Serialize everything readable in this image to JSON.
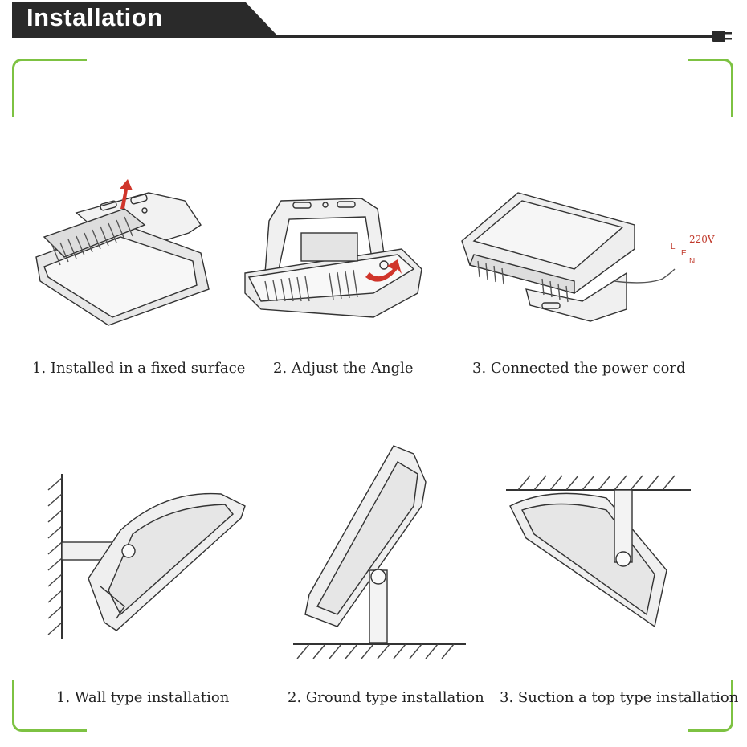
{
  "header": {
    "title": "Installation",
    "plug_icon": "plug-icon"
  },
  "row1": {
    "captions": [
      "1. Installed in a fixed surface",
      "2. Adjust the Angle",
      "3. Connected the power cord"
    ],
    "power_labels": {
      "voltage": "220V",
      "l": "L",
      "e": "E",
      "n": "N"
    }
  },
  "row2": {
    "captions": [
      "1. Wall type installation",
      "2. Ground type installation",
      "3. Suction a top type installation"
    ]
  },
  "colors": {
    "accent": "#7dc242",
    "header_bg": "#2a2a2a",
    "arrow": "#d0352b"
  }
}
